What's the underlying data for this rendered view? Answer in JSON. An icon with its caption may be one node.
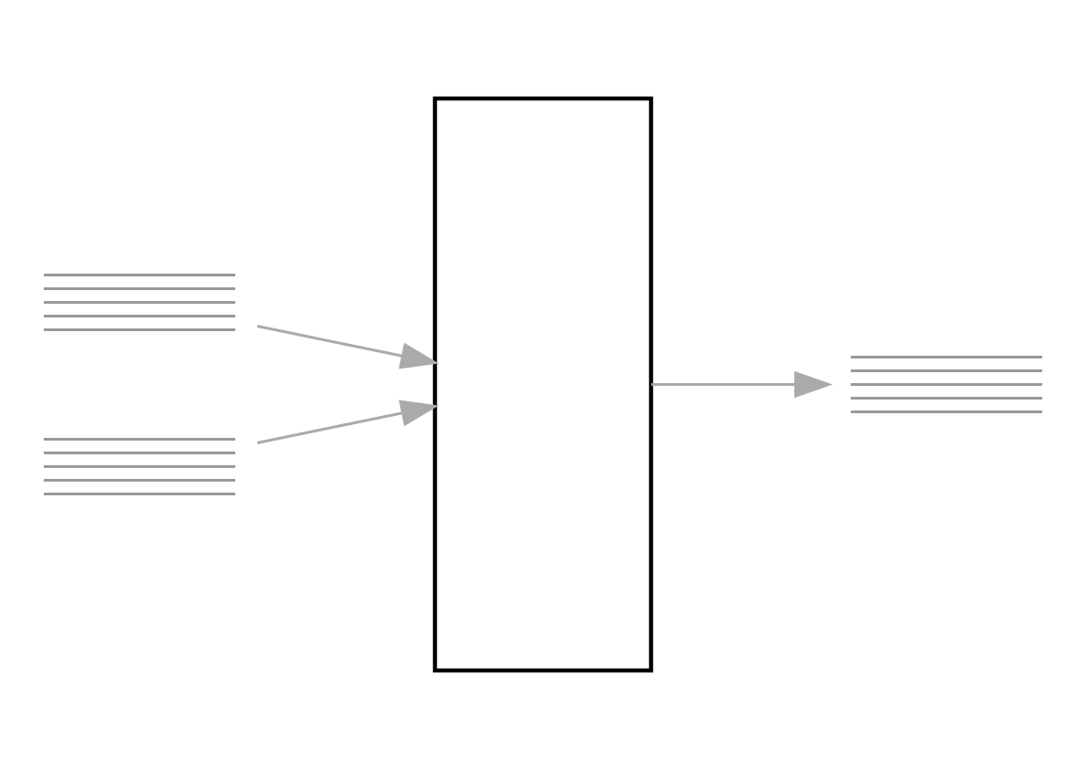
{
  "diagram": {
    "nodes": [
      {
        "text": [],
        "shape": "picture"
      },
      {
        "text": [],
        "shape": "picture"
      },
      {
        "text": [],
        "shape": "box"
      },
      {
        "text": [],
        "shape": "picture"
      }
    ],
    "edges": [
      {
        "from": 0,
        "to": 2,
        "arrow": "to"
      },
      {
        "from": 1,
        "to": 2,
        "arrow": "to"
      },
      {
        "from": 2,
        "to": 3,
        "arrow": "to"
      }
    ]
  }
}
